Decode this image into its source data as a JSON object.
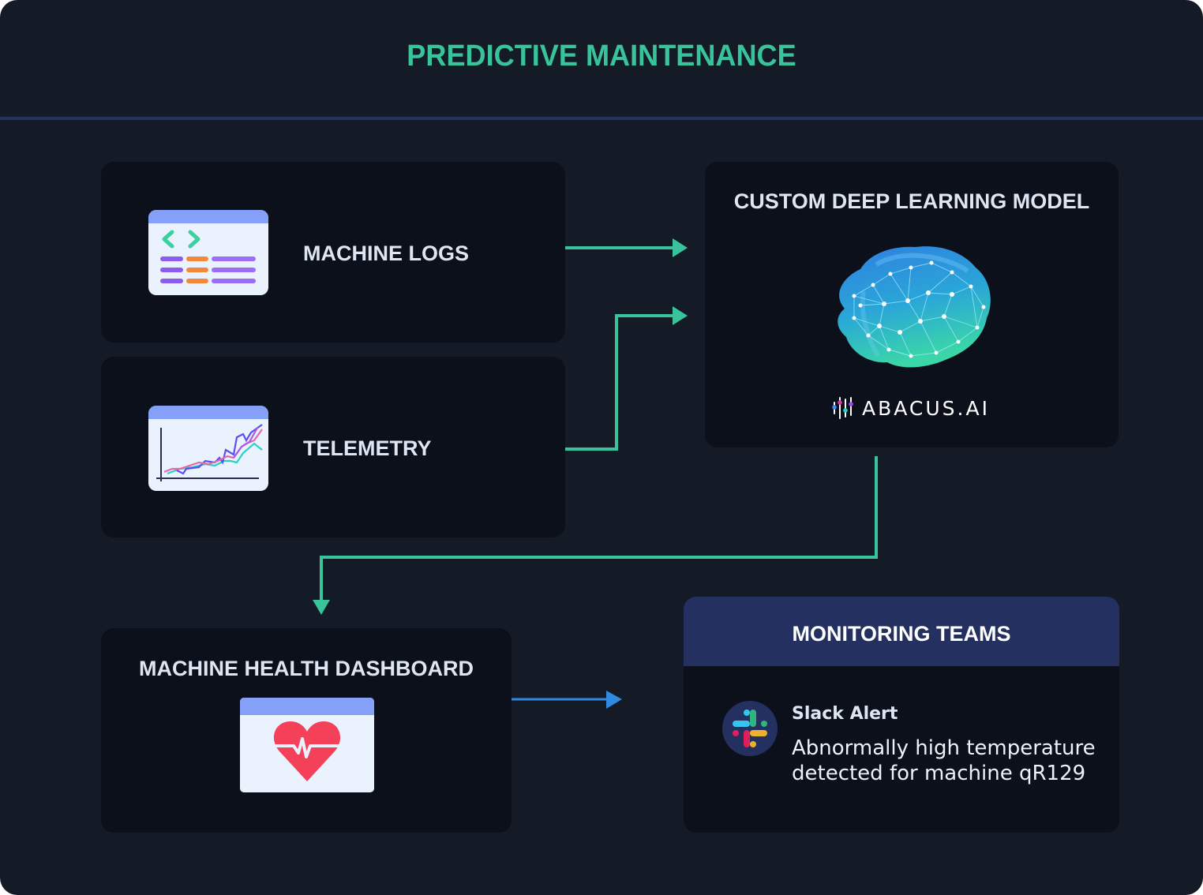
{
  "page": {
    "title": "PREDICTIVE MAINTENANCE"
  },
  "colors": {
    "background": "#141b26",
    "card": "#0c101a",
    "accent_green": "#39c39a",
    "accent_blue": "#2f8ae0",
    "divider": "#243360",
    "monitor_header": "#243060",
    "heart": "#f5405a"
  },
  "sources": [
    {
      "label": "MACHINE LOGS",
      "icon": "code-log-icon"
    },
    {
      "label": "TELEMETRY",
      "icon": "line-chart-icon"
    }
  ],
  "model": {
    "title": "CUSTOM DEEP LEARNING MODEL",
    "image": "neural-brain-icon",
    "brand": "ABACUS.AI",
    "brand_icon": "abacus-logo-icon"
  },
  "dashboard": {
    "title": "MACHINE HEALTH DASHBOARD",
    "icon": "heart-pulse-icon"
  },
  "monitoring": {
    "title": "MONITORING TEAMS",
    "alert": {
      "icon": "slack-icon",
      "title": "Slack Alert",
      "message": "Abnormally high temperature detected for machine qR129"
    }
  },
  "flow": [
    {
      "from": "MACHINE LOGS",
      "to": "CUSTOM DEEP LEARNING MODEL"
    },
    {
      "from": "TELEMETRY",
      "to": "CUSTOM DEEP LEARNING MODEL"
    },
    {
      "from": "CUSTOM DEEP LEARNING MODEL",
      "to": "MACHINE HEALTH DASHBOARD"
    },
    {
      "from": "MACHINE HEALTH DASHBOARD",
      "to": "MONITORING TEAMS"
    }
  ]
}
